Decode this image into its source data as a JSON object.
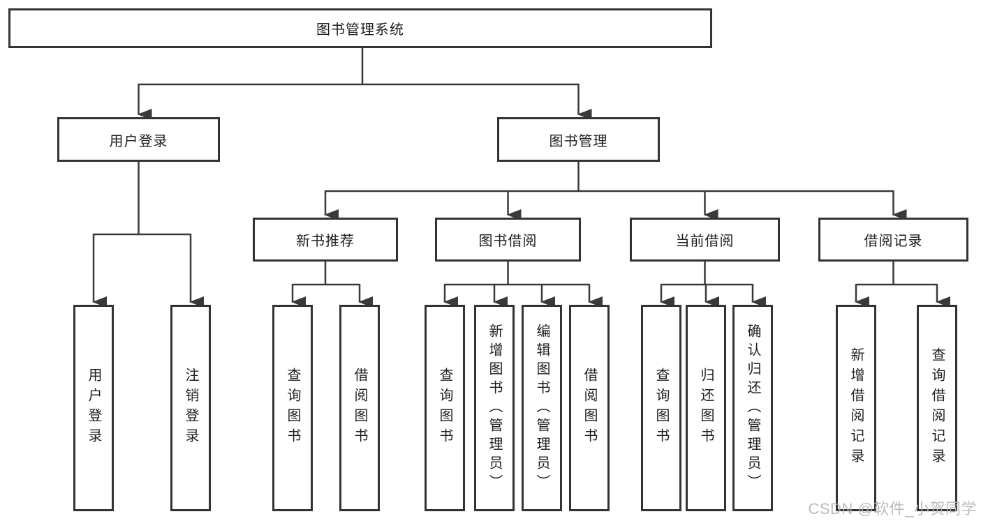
{
  "diagram": {
    "type": "hierarchy-tree",
    "title": "图书管理系统",
    "colors": {
      "line": "#3a3a3a",
      "box_border": "#333333",
      "text": "#1f1f1f",
      "background": "#ffffff",
      "watermark": "#b5b5b5"
    }
  },
  "root": {
    "label": "图书管理系统"
  },
  "branches": [
    {
      "label": "用户登录",
      "children": [
        {
          "label": "用户登录"
        },
        {
          "label": "注销登录"
        }
      ]
    },
    {
      "label": "图书管理",
      "children": [
        {
          "label": "新书推荐",
          "children": [
            {
              "label": "查询图书"
            },
            {
              "label": "借阅图书"
            }
          ]
        },
        {
          "label": "图书借阅",
          "children": [
            {
              "label": "查询图书"
            },
            {
              "label": "新增图书（管理员）"
            },
            {
              "label": "编辑图书（管理员）"
            },
            {
              "label": "借阅图书"
            }
          ]
        },
        {
          "label": "当前借阅",
          "children": [
            {
              "label": "查询图书"
            },
            {
              "label": "归还图书"
            },
            {
              "label": "确认归还（管理员）"
            }
          ]
        },
        {
          "label": "借阅记录",
          "children": [
            {
              "label": "新增借阅记录"
            },
            {
              "label": "查询借阅记录"
            }
          ]
        }
      ]
    }
  ],
  "watermark": {
    "text": "CSDN @软件_小贺同学"
  }
}
